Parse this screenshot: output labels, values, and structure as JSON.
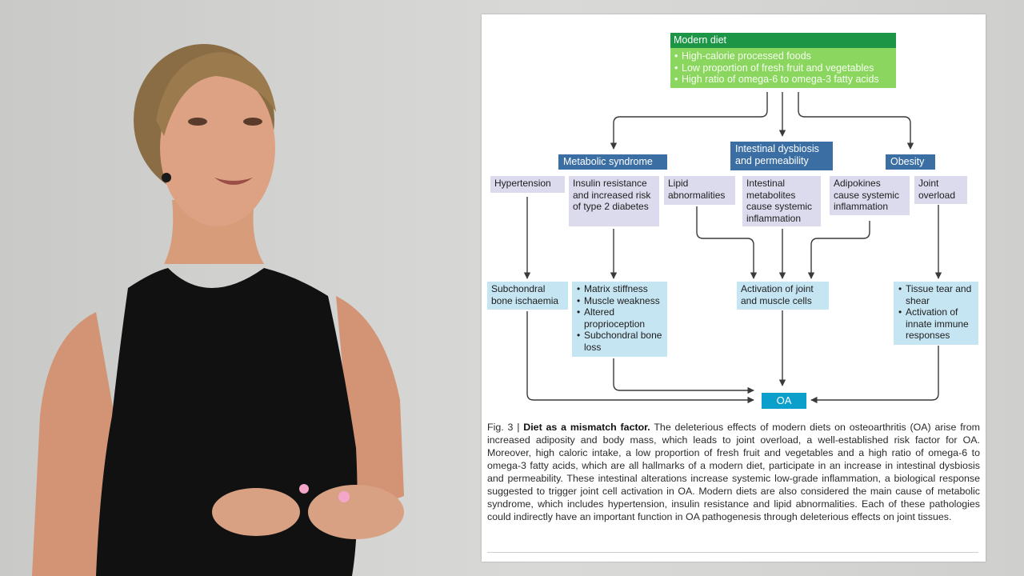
{
  "figure": {
    "modern_diet": {
      "title": "Modern diet",
      "items": [
        "High-calorie processed foods",
        "Low proportion of fresh fruit and vegetables",
        "High ratio of omega-6 to omega-3 fatty acids"
      ]
    },
    "categories": {
      "metabolic": "Metabolic syndrome",
      "intestinal": "Intestinal dysbiosis and permeability",
      "obesity": "Obesity"
    },
    "mechanisms": {
      "hypertension": "Hypertension",
      "insulin": "Insulin resistance and increased risk of type 2 diabetes",
      "lipid": "Lipid abnormalities",
      "intestinal_metabolites": "Intestinal metabolites cause systemic inflammation",
      "adipokines": "Adipokines cause systemic inflammation",
      "joint_overload": "Joint overload"
    },
    "effects": {
      "subchondral_ischaemia": "Subchondral bone ischaemia",
      "stiffness_list": [
        "Matrix stiffness",
        "Muscle weakness",
        "Altered proprioception",
        "Subchondral bone loss"
      ],
      "activation": "Activation of joint and muscle cells",
      "tissue_list": [
        "Tissue tear and shear",
        "Activation of innate immune responses"
      ]
    },
    "outcome": "OA",
    "caption": {
      "label": "Fig. 3 | ",
      "title": "Diet as a mismatch factor.",
      "text": " The deleterious effects of modern diets on osteoarthritis (OA) arise from increased adiposity and body mass, which leads to joint overload, a well-established risk factor for OA. Moreover, high caloric intake, a low proportion of fresh fruit and vegetables and a high ratio of omega-6 to omega-3 fatty acids, which are all hallmarks of a modern diet, participate in an increase in intestinal dysbiosis and permeability. These intestinal alterations increase systemic low-grade inflammation, a biological response suggested to trigger joint cell activation in OA. Modern diets are also considered the main cause of metabolic syndrome, which includes hypertension, insulin resistance and lipid abnormalities. Each of these pathologies could indirectly have an important function in OA pathogenesis through deleterious effects on joint tissues."
    }
  },
  "colors": {
    "diet_header": "#1c9646",
    "diet_body": "#8ad65f",
    "category": "#3b6ea3",
    "mechanism": "#dcdbee",
    "effect": "#c6e5f2",
    "outcome": "#0d9fcc",
    "shirt": "#111111"
  }
}
